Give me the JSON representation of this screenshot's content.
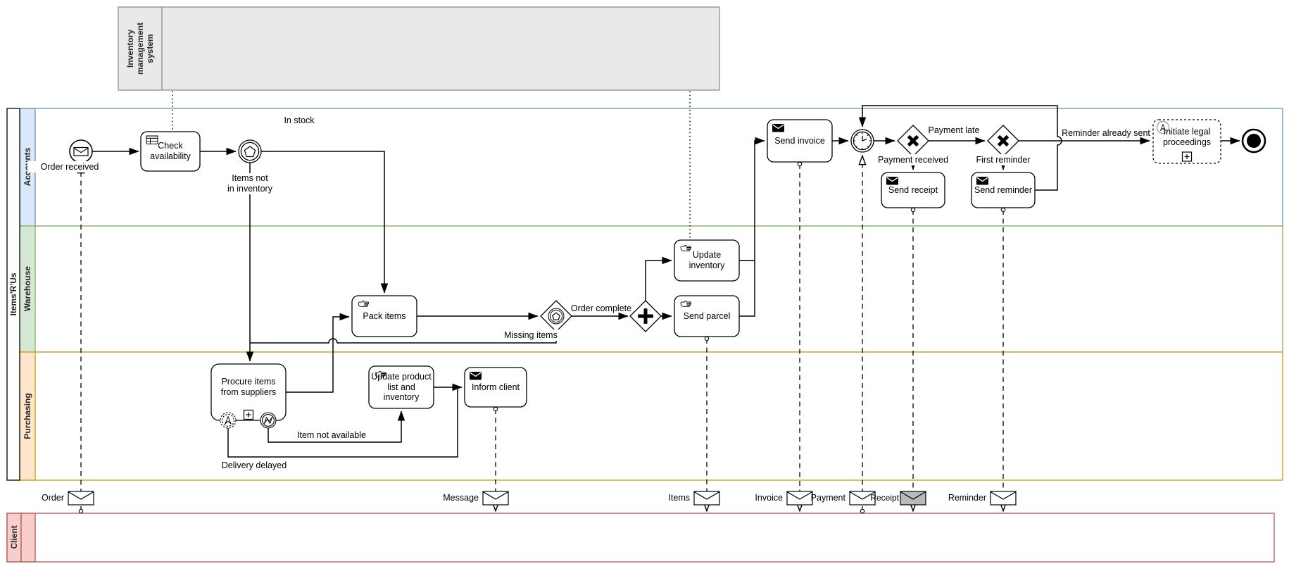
{
  "pools": {
    "inventory_system": {
      "label": "Inventory management system"
    },
    "main": {
      "label": "Items'R'Us"
    },
    "lanes": {
      "accounts": "Accounts",
      "warehouse": "Warehouse",
      "purchasing": "Purchasing"
    },
    "client": {
      "label": "Client"
    }
  },
  "nodes": {
    "order_received": "Order received",
    "check_availability": "Check availability",
    "pack_items": "Pack items",
    "update_inventory": "Update inventory",
    "send_parcel": "Send parcel",
    "send_invoice": "Send invoice",
    "send_receipt": "Send receipt",
    "send_reminder": "Send reminder",
    "procure_items": "Procure items from suppliers",
    "update_product_list": "Update product list and inventory",
    "inform_client": "Inform client",
    "initiate_legal": "Initiate legal proceedings"
  },
  "flow_labels": {
    "in_stock": "In stock",
    "items_not_in_inventory": {
      "line1": "Items not",
      "line2": "in inventory"
    },
    "order_complete": "Order complete",
    "missing_items": "Missing items",
    "payment_late": "Payment late",
    "payment_received": "Payment received",
    "first_reminder": "First reminder",
    "reminder_already_sent": "Reminder already sent",
    "item_not_available": "Item not available",
    "delivery_delayed": "Delivery delayed"
  },
  "messages": {
    "order": "Order",
    "message": "Message",
    "items": "Items",
    "invoice": "Invoice",
    "payment": "Payment",
    "receipt": "Receipt",
    "reminder": "Reminder"
  },
  "colors": {
    "accounts_fill": "#dae8fc",
    "accounts_stroke": "#6c8ebf",
    "warehouse_fill": "#d5e8d4",
    "warehouse_stroke": "#82b366",
    "purchasing_fill": "#ffe6cc",
    "purchasing_stroke": "#d79b00",
    "client_fill": "#f8cecc",
    "client_stroke": "#b85450",
    "system_pool_fill": "#e9e9e9",
    "system_pool_stroke": "#8f8f8f",
    "receipt_envelope_fill": "#b9b9b9"
  }
}
